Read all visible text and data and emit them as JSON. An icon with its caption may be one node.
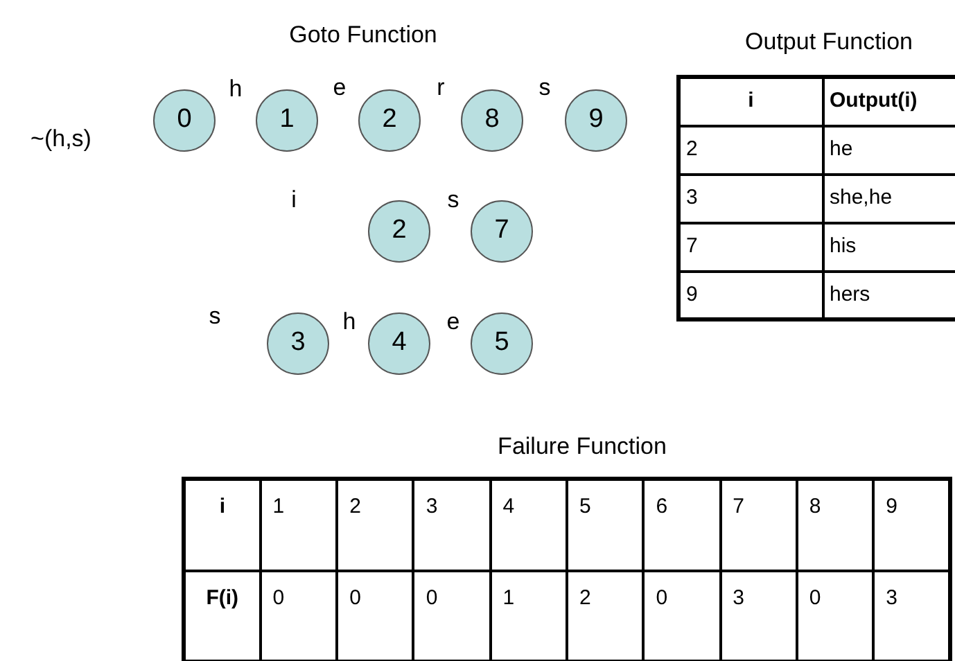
{
  "diagram": {
    "nodes": [
      {
        "text": [
          "0"
        ]
      },
      {
        "text": [
          "1"
        ]
      },
      {
        "text": [
          "2"
        ]
      },
      {
        "text": [
          "8"
        ]
      },
      {
        "text": [
          "9"
        ]
      },
      {
        "text": [
          "2"
        ]
      },
      {
        "text": [
          "7"
        ]
      },
      {
        "text": [
          "3"
        ]
      },
      {
        "text": [
          "4"
        ]
      },
      {
        "text": [
          "5"
        ]
      }
    ],
    "labels": [
      "Goto Function",
      "Output Function",
      "h",
      "e",
      "r",
      "s",
      "~(h,s)",
      "i",
      "s",
      "s",
      "h",
      "e",
      "i",
      "Output(i)",
      "2",
      "he",
      "3",
      "she,he",
      "7",
      "his",
      "9",
      "hers",
      "Failure Function",
      "i",
      "1",
      "2",
      "3",
      "4",
      "5",
      "6",
      "7",
      "8",
      "9",
      "F(i)",
      "0",
      "0",
      "0",
      "1",
      "2",
      "0",
      "3",
      "0",
      "3"
    ]
  }
}
